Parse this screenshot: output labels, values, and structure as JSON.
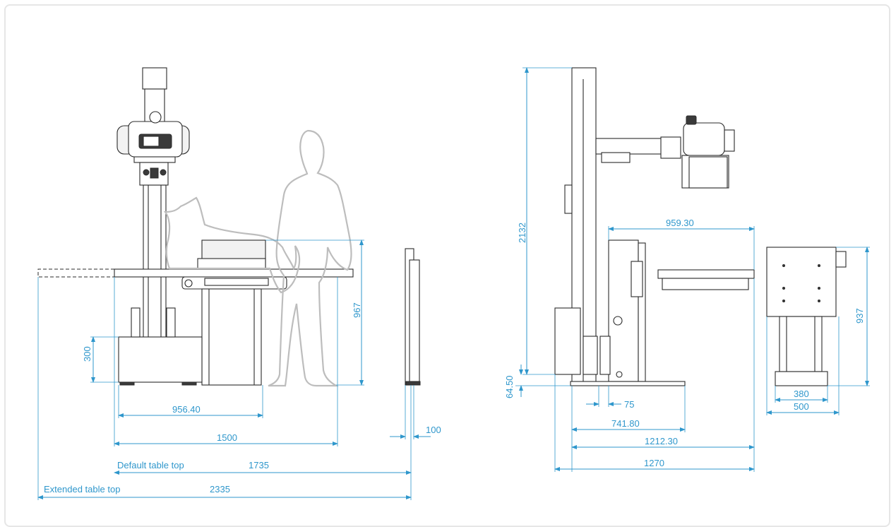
{
  "colors": {
    "dimension": "#2f97cc",
    "equipment_line": "#2b2b2b",
    "silhouette": "#bdbdbd",
    "frame_border": "#e6e6e6"
  },
  "front_view": {
    "dimensions": {
      "d300": "300",
      "d967": "967",
      "d956": "956.40",
      "d1500": "1500",
      "d100": "100",
      "d1735": "1735",
      "d2335": "2335"
    },
    "captions": {
      "default_table_top": "Default table top",
      "extended_table_top": "Extended table top"
    }
  },
  "side_view": {
    "dimensions": {
      "d2132": "2132",
      "d6450": "64.50",
      "d75": "75",
      "d959": "959.30",
      "d741": "741.80",
      "d1212": "1212.30",
      "d1270": "1270",
      "d937": "937",
      "d380": "380",
      "d500": "500"
    }
  }
}
